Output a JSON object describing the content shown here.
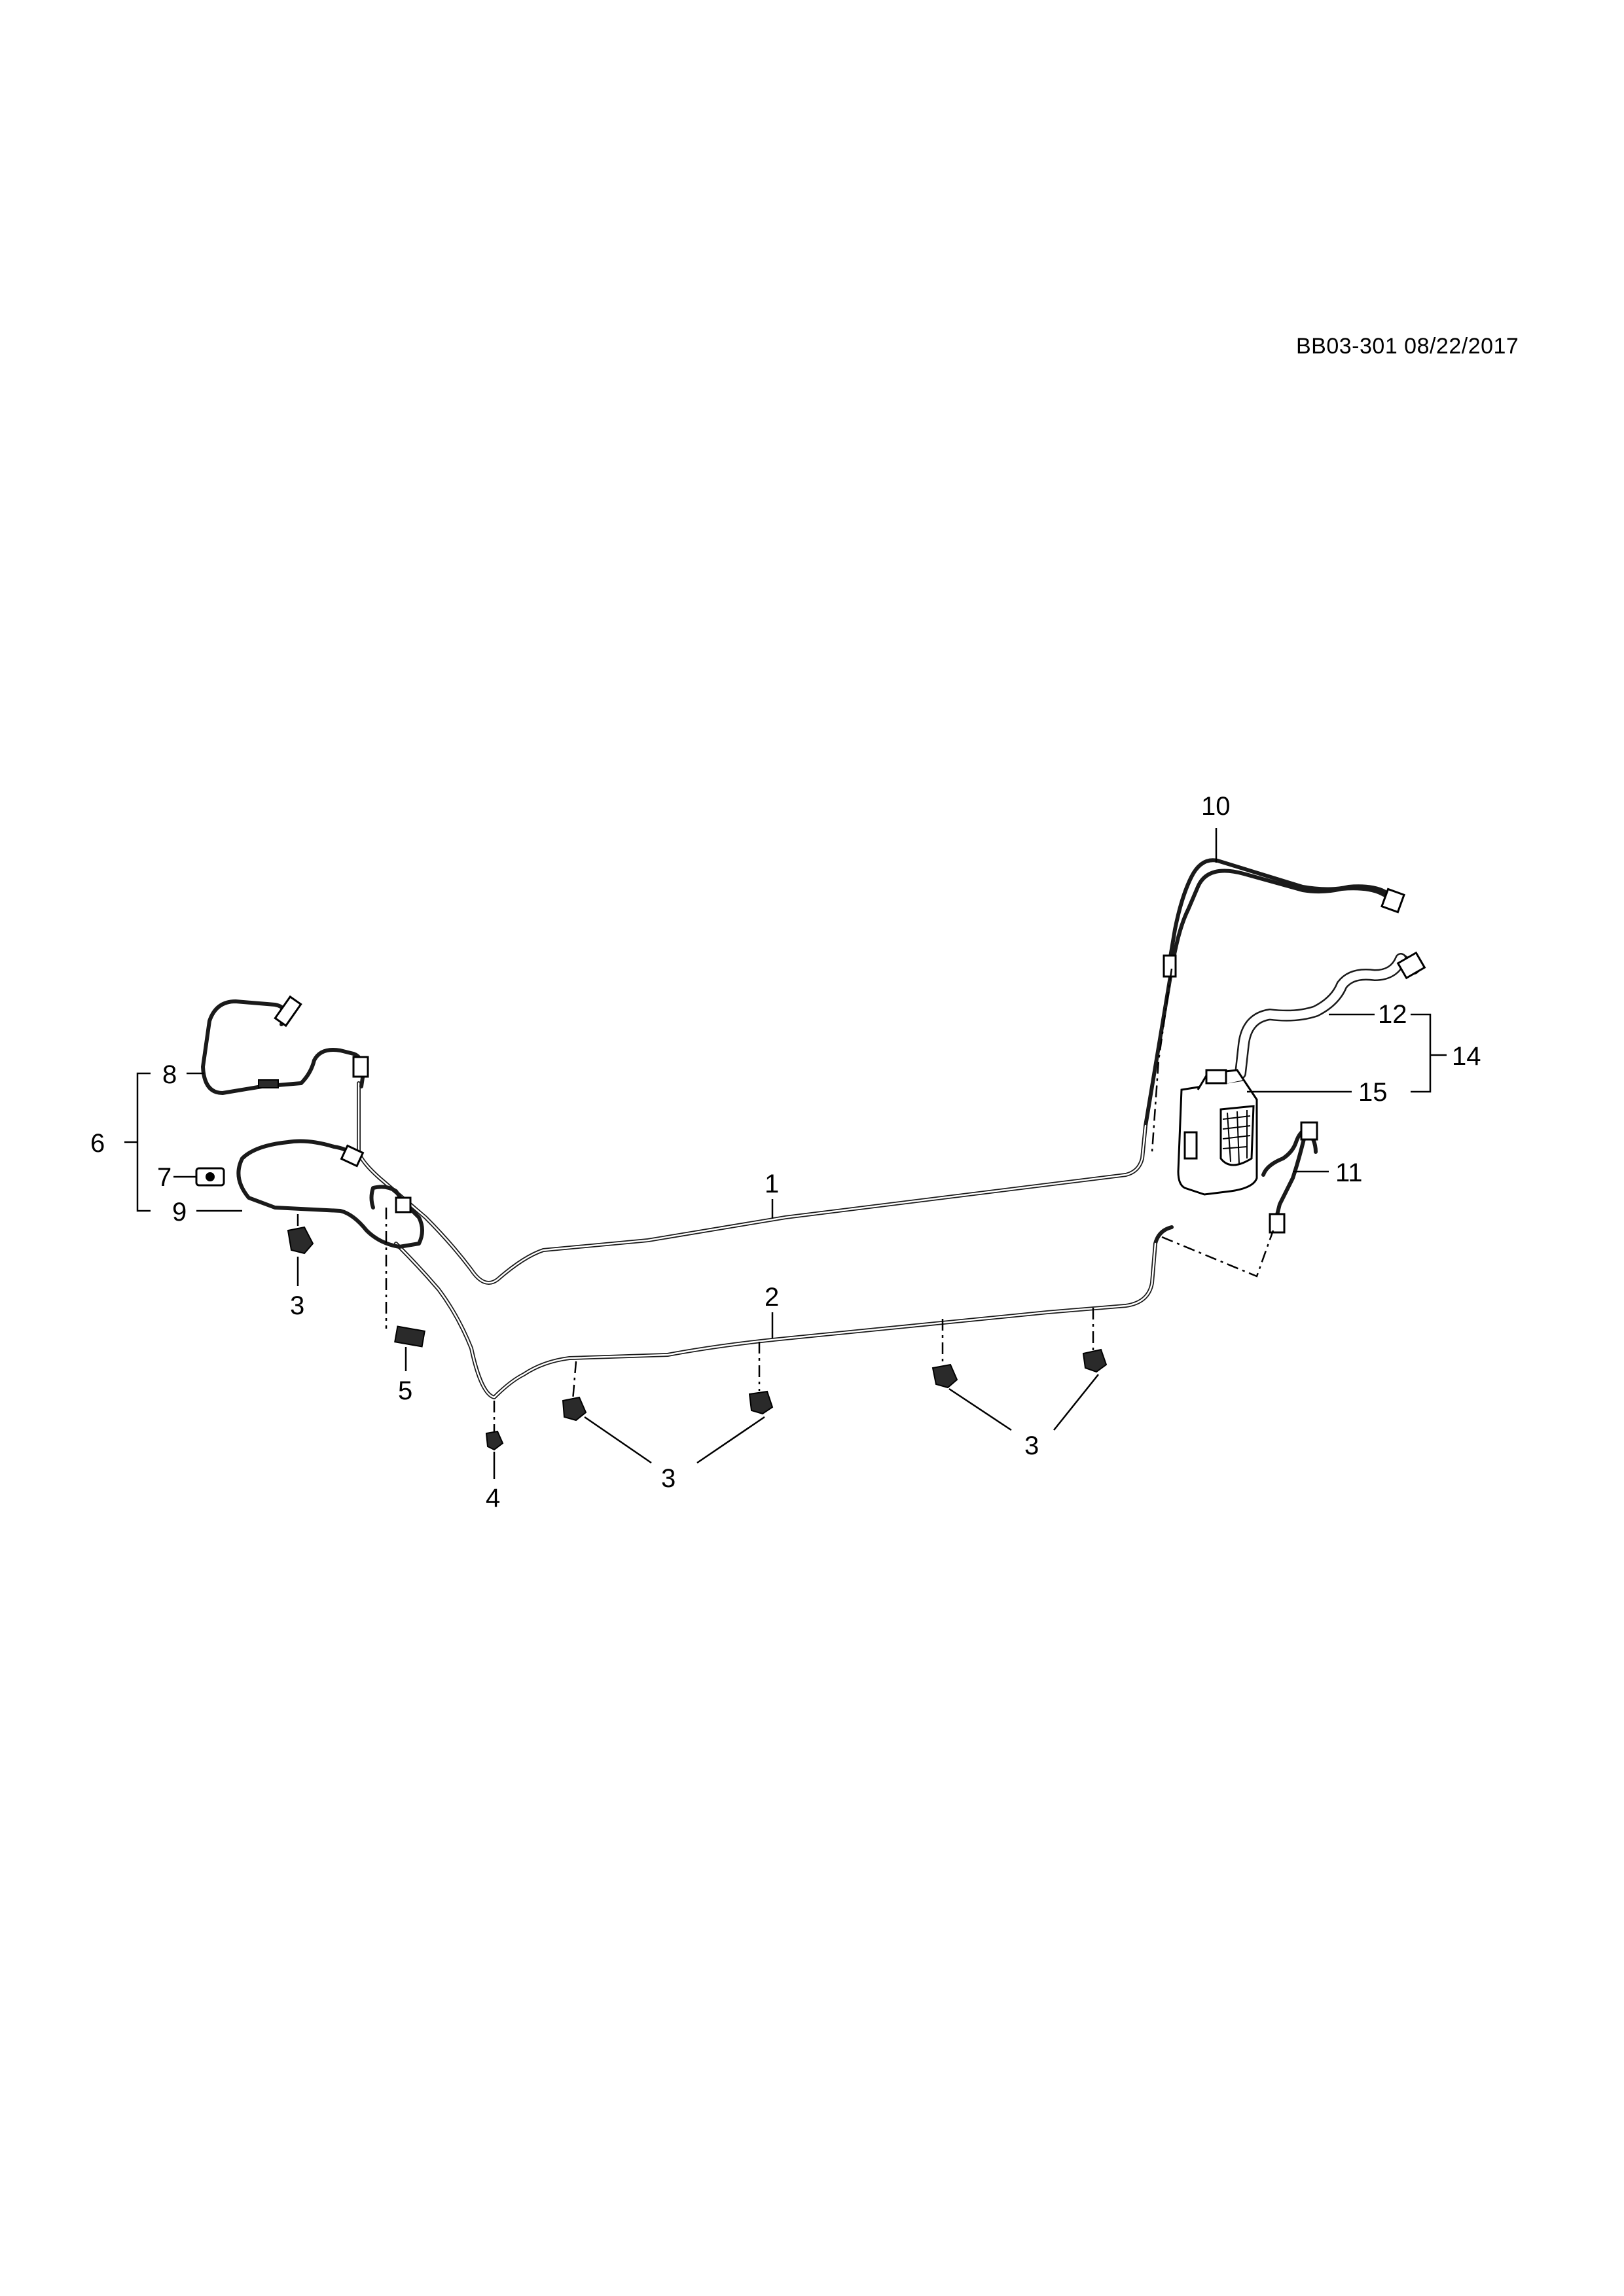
{
  "header": {
    "doc_ref": "BB03-301 08/22/2017"
  },
  "callouts": {
    "c1": "1",
    "c2": "2",
    "c3a": "3",
    "c3b": "3",
    "c3c": "3",
    "c4": "4",
    "c5": "5",
    "c6": "6",
    "c7": "7",
    "c8": "8",
    "c9": "9",
    "c10": "10",
    "c11": "11",
    "c12": "12",
    "c14": "14",
    "c15": "15"
  }
}
